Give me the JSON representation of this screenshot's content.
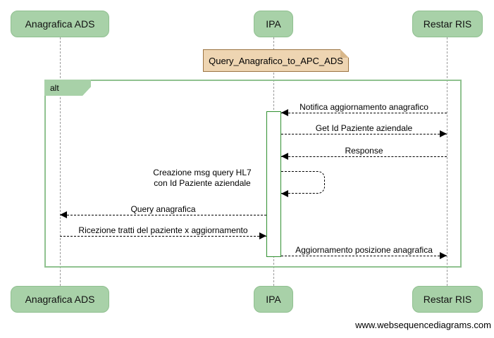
{
  "diagram": {
    "type_label": "sequence-diagram",
    "frame": {
      "operator": "alt"
    },
    "note": {
      "text": "Query_Anagrafico_to_APC_ADS"
    },
    "watermark": "www.websequencediagrams.com"
  },
  "actors": [
    {
      "name": "Anagrafica ADS"
    },
    {
      "name": "IPA"
    },
    {
      "name": "Restar RIS"
    }
  ],
  "messages": [
    {
      "label": "Notifica aggiornamento anagrafico",
      "from": "Restar RIS",
      "to": "IPA",
      "style": "dashed"
    },
    {
      "label": "Get Id Paziente aziendale",
      "from": "IPA",
      "to": "Restar RIS",
      "style": "dashed"
    },
    {
      "label": "Response",
      "from": "Restar RIS",
      "to": "IPA",
      "style": "dashed"
    },
    {
      "label_line1": "Creazione msg query HL7",
      "label_line2": "con Id Paziente aziendale",
      "from": "IPA",
      "to": "IPA",
      "self": true,
      "style": "dashed"
    },
    {
      "label": "Query anagrafica",
      "from": "IPA",
      "to": "Anagrafica ADS",
      "style": "dashed"
    },
    {
      "label": "Ricezione tratti del paziente x aggiornamento",
      "from": "Anagrafica ADS",
      "to": "IPA",
      "style": "dashed"
    },
    {
      "label": "Aggiornamento posizione anagrafica",
      "from": "IPA",
      "to": "Restar RIS",
      "style": "dashed"
    }
  ],
  "colors": {
    "actor_fill": "#a8d1a8",
    "actor_border": "#8fbf8f",
    "frame_border": "#90c290",
    "note_fill": "#eed5b2",
    "note_border": "#9b7442",
    "activation_border": "#2f8f2f",
    "lifeline": "#9a9a9a",
    "message": "#000000"
  }
}
